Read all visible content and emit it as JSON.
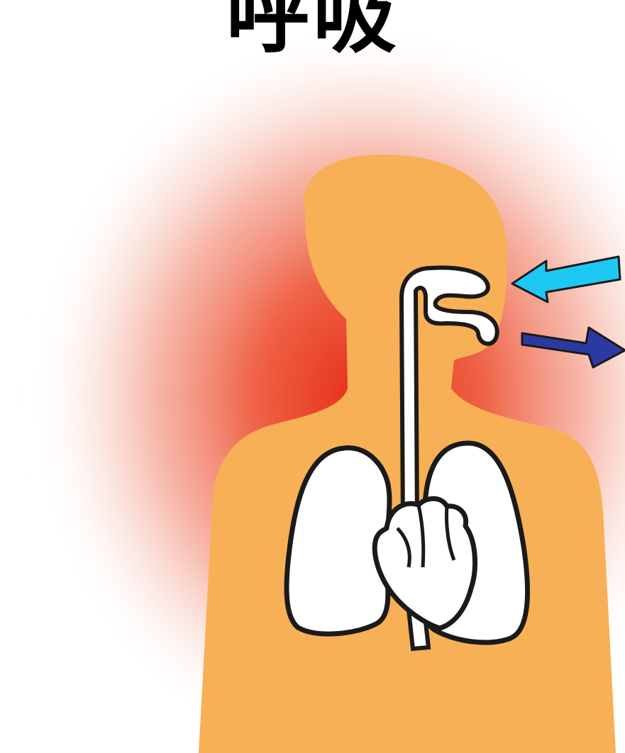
{
  "title": "呼吸",
  "colors": {
    "background": "#ffffff",
    "glow_inner": "#e8321e",
    "glow_outer": "#f4a48e",
    "body": "#f7b055",
    "organ_fill": "#ffffff",
    "outline": "#1a1a1a",
    "inhale_arrow": "#1ec8f5",
    "exhale_arrow": "#2b3aa0"
  },
  "icons": {
    "silhouette": "human-silhouette",
    "airway": "airway-trachea",
    "lungs": "lungs",
    "heart": "heart",
    "inhale": "inhale-arrow",
    "exhale": "exhale-arrow"
  }
}
